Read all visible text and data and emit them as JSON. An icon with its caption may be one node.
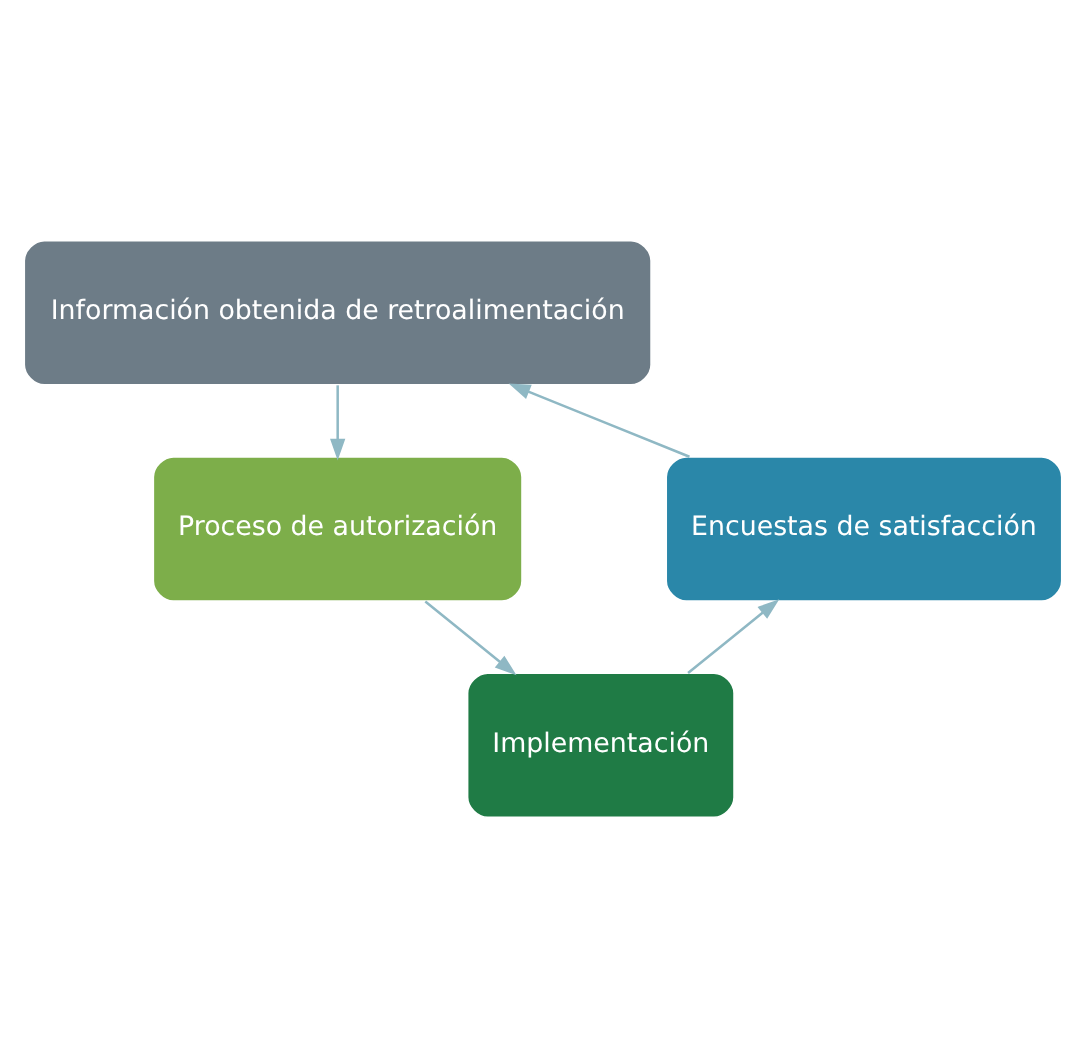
{
  "diagram": {
    "nodes": [
      {
        "text": [
          "Información obtenida de retroalimentación"
        ]
      },
      {
        "text": [
          "Proceso de autorización"
        ]
      },
      {
        "text": [
          "Implementación"
        ]
      },
      {
        "text": [
          "Encuestas de satisfacción"
        ]
      }
    ],
    "edges": [
      {
        "from": 0,
        "to": 1,
        "arrow": "to"
      },
      {
        "from": 1,
        "to": 2,
        "arrow": "to"
      },
      {
        "from": 2,
        "to": 3,
        "arrow": "to"
      },
      {
        "from": 3,
        "to": 0,
        "arrow": "to"
      }
    ]
  }
}
